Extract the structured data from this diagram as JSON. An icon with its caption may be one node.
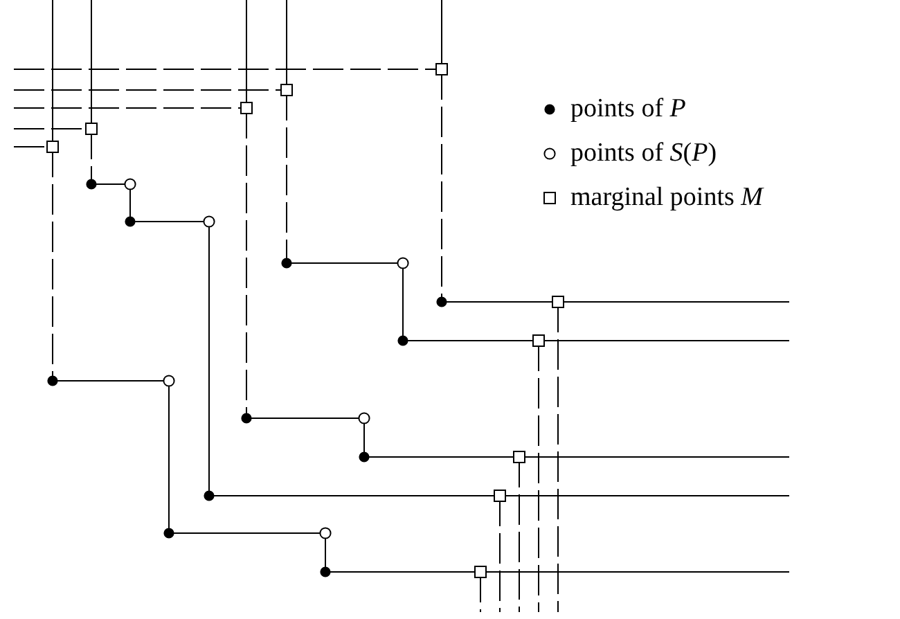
{
  "diagram": {
    "legend": [
      {
        "text": "points of *P*"
      },
      {
        "text": "points of *S*(*P*)"
      },
      {
        "text": "marginal points *M*"
      }
    ]
  }
}
